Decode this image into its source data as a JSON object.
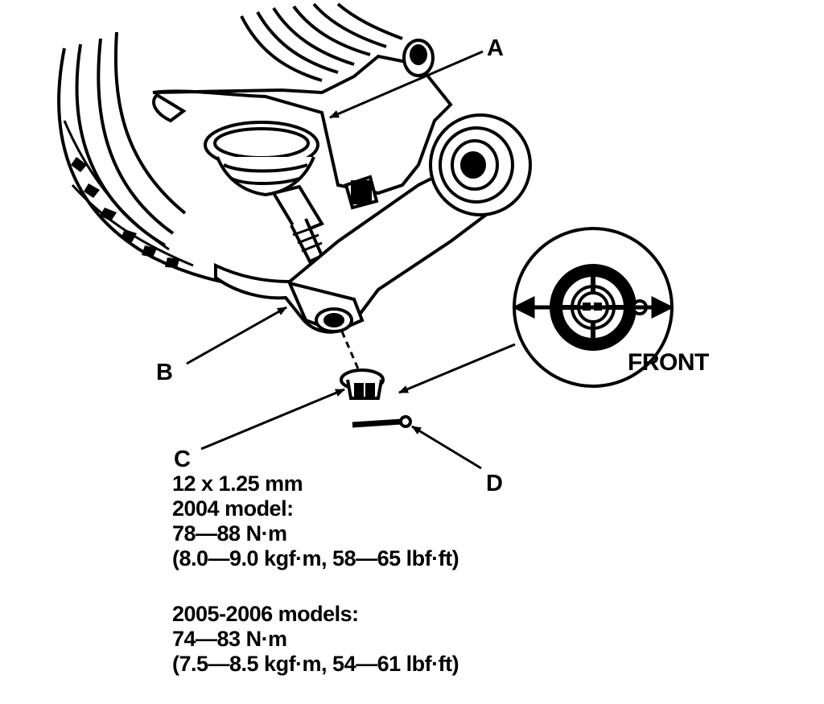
{
  "diagram": {
    "callouts": {
      "a": "A",
      "b": "B",
      "c": "C",
      "d": "D",
      "front": "FRONT"
    },
    "spec": {
      "thread": "12 x 1.25 mm",
      "group1_label": "2004 model:",
      "group1_nm": "78—88 N·m",
      "group1_alt": "(8.0—9.0 kgf·m, 58—65 lbf·ft)",
      "group2_label": "2005-2006 models:",
      "group2_nm": "74—83 N·m",
      "group2_alt": "(7.5—8.5 kgf·m, 54—61 lbf·ft)"
    },
    "colors": {
      "ink": "#000000",
      "paper": "#ffffff"
    }
  }
}
